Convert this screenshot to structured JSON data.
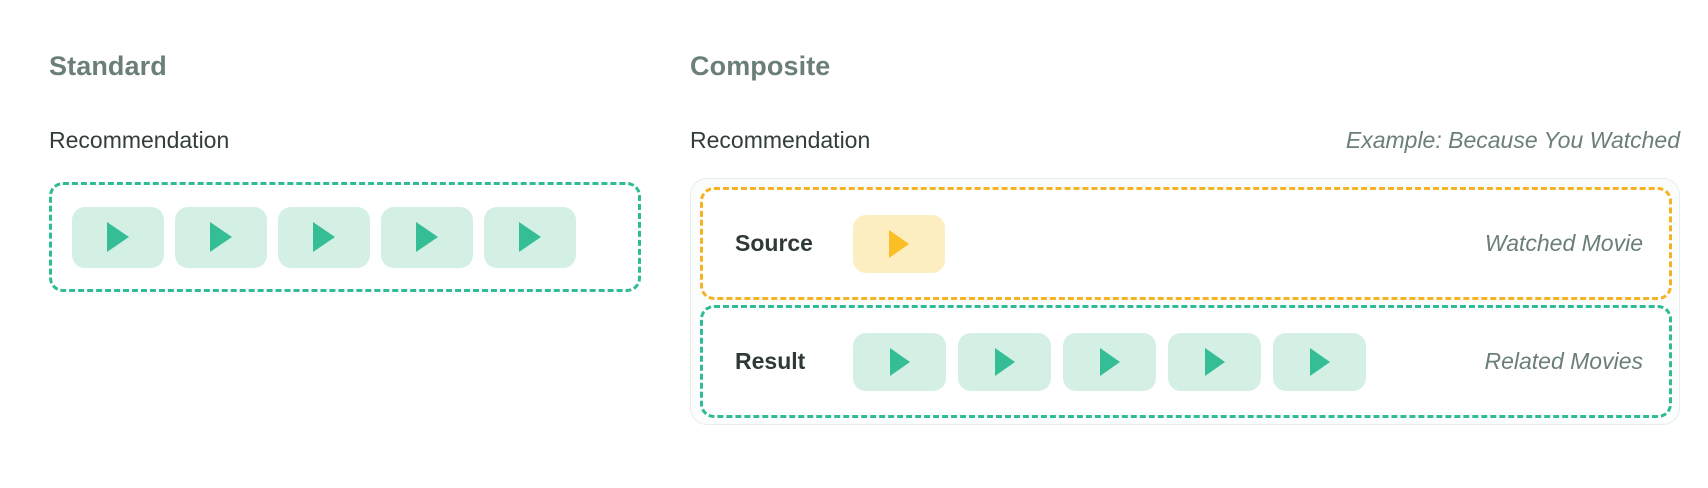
{
  "panels": {
    "standard": {
      "title": "Standard",
      "row_label": "Recommendation",
      "tiles": [
        {
          "icon": "play-icon",
          "variant": "mint"
        },
        {
          "icon": "play-icon",
          "variant": "mint"
        },
        {
          "icon": "play-icon",
          "variant": "mint"
        },
        {
          "icon": "play-icon",
          "variant": "mint"
        },
        {
          "icon": "play-icon",
          "variant": "mint"
        }
      ]
    },
    "composite": {
      "title": "Composite",
      "row_label": "Recommendation",
      "example_note": "Example: Because You Watched",
      "rows": [
        {
          "label": "Source",
          "note": "Watched Movie",
          "border_color": "#f5b324",
          "tiles": [
            {
              "icon": "play-icon",
              "variant": "amber"
            }
          ]
        },
        {
          "label": "Result",
          "note": "Related Movies",
          "border_color": "#2ebb96",
          "tiles": [
            {
              "icon": "play-icon",
              "variant": "mint"
            },
            {
              "icon": "play-icon",
              "variant": "mint"
            },
            {
              "icon": "play-icon",
              "variant": "mint"
            },
            {
              "icon": "play-icon",
              "variant": "mint"
            },
            {
              "icon": "play-icon",
              "variant": "mint"
            }
          ]
        }
      ]
    }
  },
  "colors": {
    "heading": "#6b7f77",
    "label": "#333d3a",
    "dashed_teal": "#2ebb96",
    "dashed_amber": "#f5b324",
    "tile_mint": "#d4efe4",
    "tile_amber": "#fdeec2",
    "play_green": "#35bd96",
    "play_amber": "#fbbe24",
    "shell_border": "#e8eceb"
  }
}
